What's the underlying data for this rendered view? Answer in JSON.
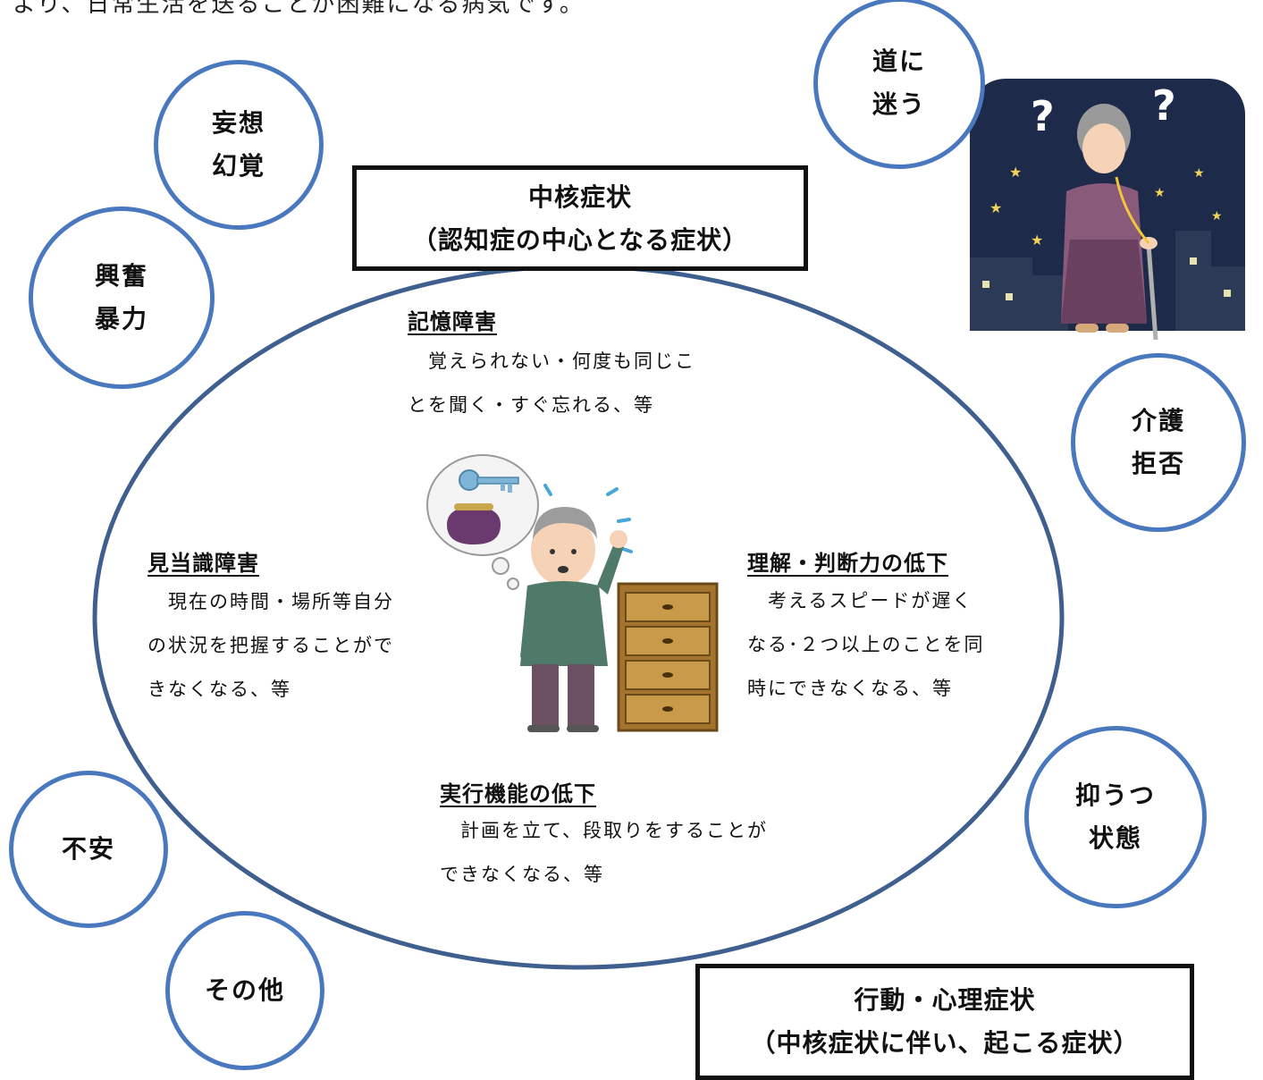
{
  "intro_text_tail": "より、日常生活を送ることが困難になる病気です。",
  "core_box": {
    "line1": "中核症状",
    "line2": "（認知症の中心となる症状）"
  },
  "bpsd_box": {
    "line1": "行動・心理症状",
    "line2": "（中核症状に伴い、起こる症状）"
  },
  "sections": {
    "memory": {
      "title": "記憶障害",
      "lines": [
        "　覚えられない・何度も同じこ",
        "とを聞く・すぐ忘れる、等"
      ]
    },
    "orientation": {
      "title": "見当識障害",
      "lines": [
        "　現在の時間・場所等自分",
        "の状況を把握することがで",
        "きなくなる、等"
      ]
    },
    "judgment": {
      "title": "理解・判断力の低下",
      "lines": [
        "　考えるスピードが遅く",
        "なる･２つ以上のことを同",
        "時にできなくなる、等"
      ]
    },
    "executive": {
      "title": "実行機能の低下",
      "lines": [
        "　計画を立て、段取りをすることが",
        "できなくなる、等"
      ]
    }
  },
  "bubbles": {
    "delusion": "妄想\n幻覚",
    "excitement": "興奮\n暴力",
    "lost": "道に\n迷う",
    "refusal": "介護\n拒否",
    "depression": "抑うつ\n状態",
    "anxiety": "不安",
    "other": "その他"
  },
  "colors": {
    "circle_border": "#4a78bf",
    "ellipse_stroke": "#3f5f8f",
    "night_sky": "#1d2a4a"
  }
}
